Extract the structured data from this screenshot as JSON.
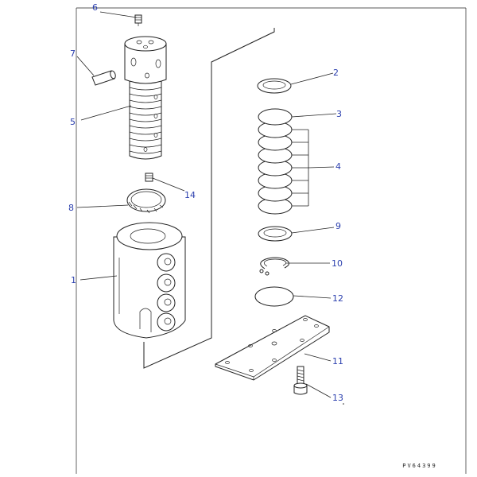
{
  "drawing_code": "PV64399",
  "parts": [
    {
      "id": "part-1",
      "callout": "1",
      "icon": "valve-body-icon"
    },
    {
      "id": "part-2",
      "callout": "2",
      "icon": "seal-ring-icon"
    },
    {
      "id": "part-3",
      "callout": "3",
      "icon": "disc-icon"
    },
    {
      "id": "part-4",
      "callout": "4",
      "icon": "disc-stack-icon"
    },
    {
      "id": "part-5",
      "callout": "5",
      "icon": "spool-icon"
    },
    {
      "id": "part-6",
      "callout": "6",
      "icon": "plug-icon"
    },
    {
      "id": "part-7",
      "callout": "7",
      "icon": "pin-icon"
    },
    {
      "id": "part-8",
      "callout": "8",
      "icon": "ring-icon"
    },
    {
      "id": "part-9",
      "callout": "9",
      "icon": "seal-ring-icon"
    },
    {
      "id": "part-10",
      "callout": "10",
      "icon": "snap-ring-icon"
    },
    {
      "id": "part-11",
      "callout": "11",
      "icon": "plate-icon"
    },
    {
      "id": "part-12",
      "callout": "12",
      "icon": "disc-icon"
    },
    {
      "id": "part-13",
      "callout": "13",
      "icon": "bolt-icon"
    },
    {
      "id": "part-14",
      "callout": "14",
      "icon": "plug-icon"
    }
  ]
}
